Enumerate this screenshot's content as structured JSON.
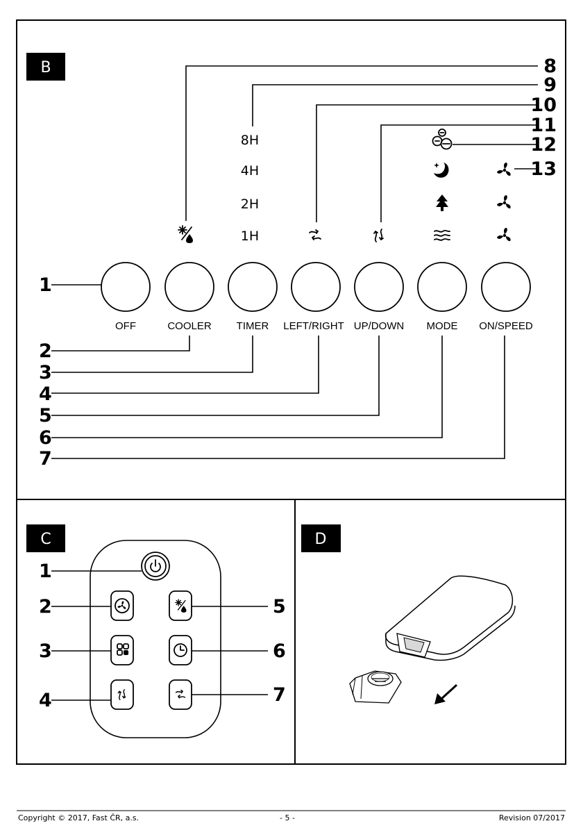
{
  "sections": {
    "b": "B",
    "c": "C",
    "d": "D"
  },
  "panel": {
    "buttons": [
      {
        "label": "OFF",
        "number": "1"
      },
      {
        "label": "COOLER",
        "number": "2"
      },
      {
        "label": "TIMER",
        "number": "3"
      },
      {
        "label": "LEFT/RIGHT",
        "number": "4"
      },
      {
        "label": "UP/DOWN",
        "number": "5"
      },
      {
        "label": "MODE",
        "number": "6"
      },
      {
        "label": "ON/SPEED",
        "number": "7"
      }
    ],
    "timer_options": [
      "8H",
      "4H",
      "2H",
      "1H"
    ],
    "indicator_numbers": [
      "8",
      "9",
      "10",
      "11",
      "12",
      "13"
    ],
    "icons": {
      "cooler": "snowflake-drop-icon",
      "left_right": "horizontal-swing-icon",
      "up_down": "vertical-swing-icon",
      "ionizer": "ionizer-icon",
      "mode": [
        "sleep-mode-icon",
        "natural-mode-icon",
        "normal-mode-icon"
      ],
      "speed": [
        "high-speed-fan-icon",
        "medium-speed-fan-icon",
        "low-speed-fan-icon"
      ]
    }
  },
  "remote": {
    "numbers": [
      "1",
      "2",
      "3",
      "4",
      "5",
      "6",
      "7"
    ],
    "icons": [
      "power-icon",
      "fan-icon",
      "mode-icon",
      "vertical-swing-icon",
      "snowflake-drop-icon",
      "timer-icon",
      "horizontal-swing-icon"
    ]
  },
  "battery": {
    "icons": [
      "remote-back-icon",
      "battery-holder-icon",
      "arrow-icon"
    ]
  },
  "footer": {
    "copyright": "Copyright © 2017, Fast ČR, a.s.",
    "page": "- 5 -",
    "revision": "Revision 07/2017"
  }
}
